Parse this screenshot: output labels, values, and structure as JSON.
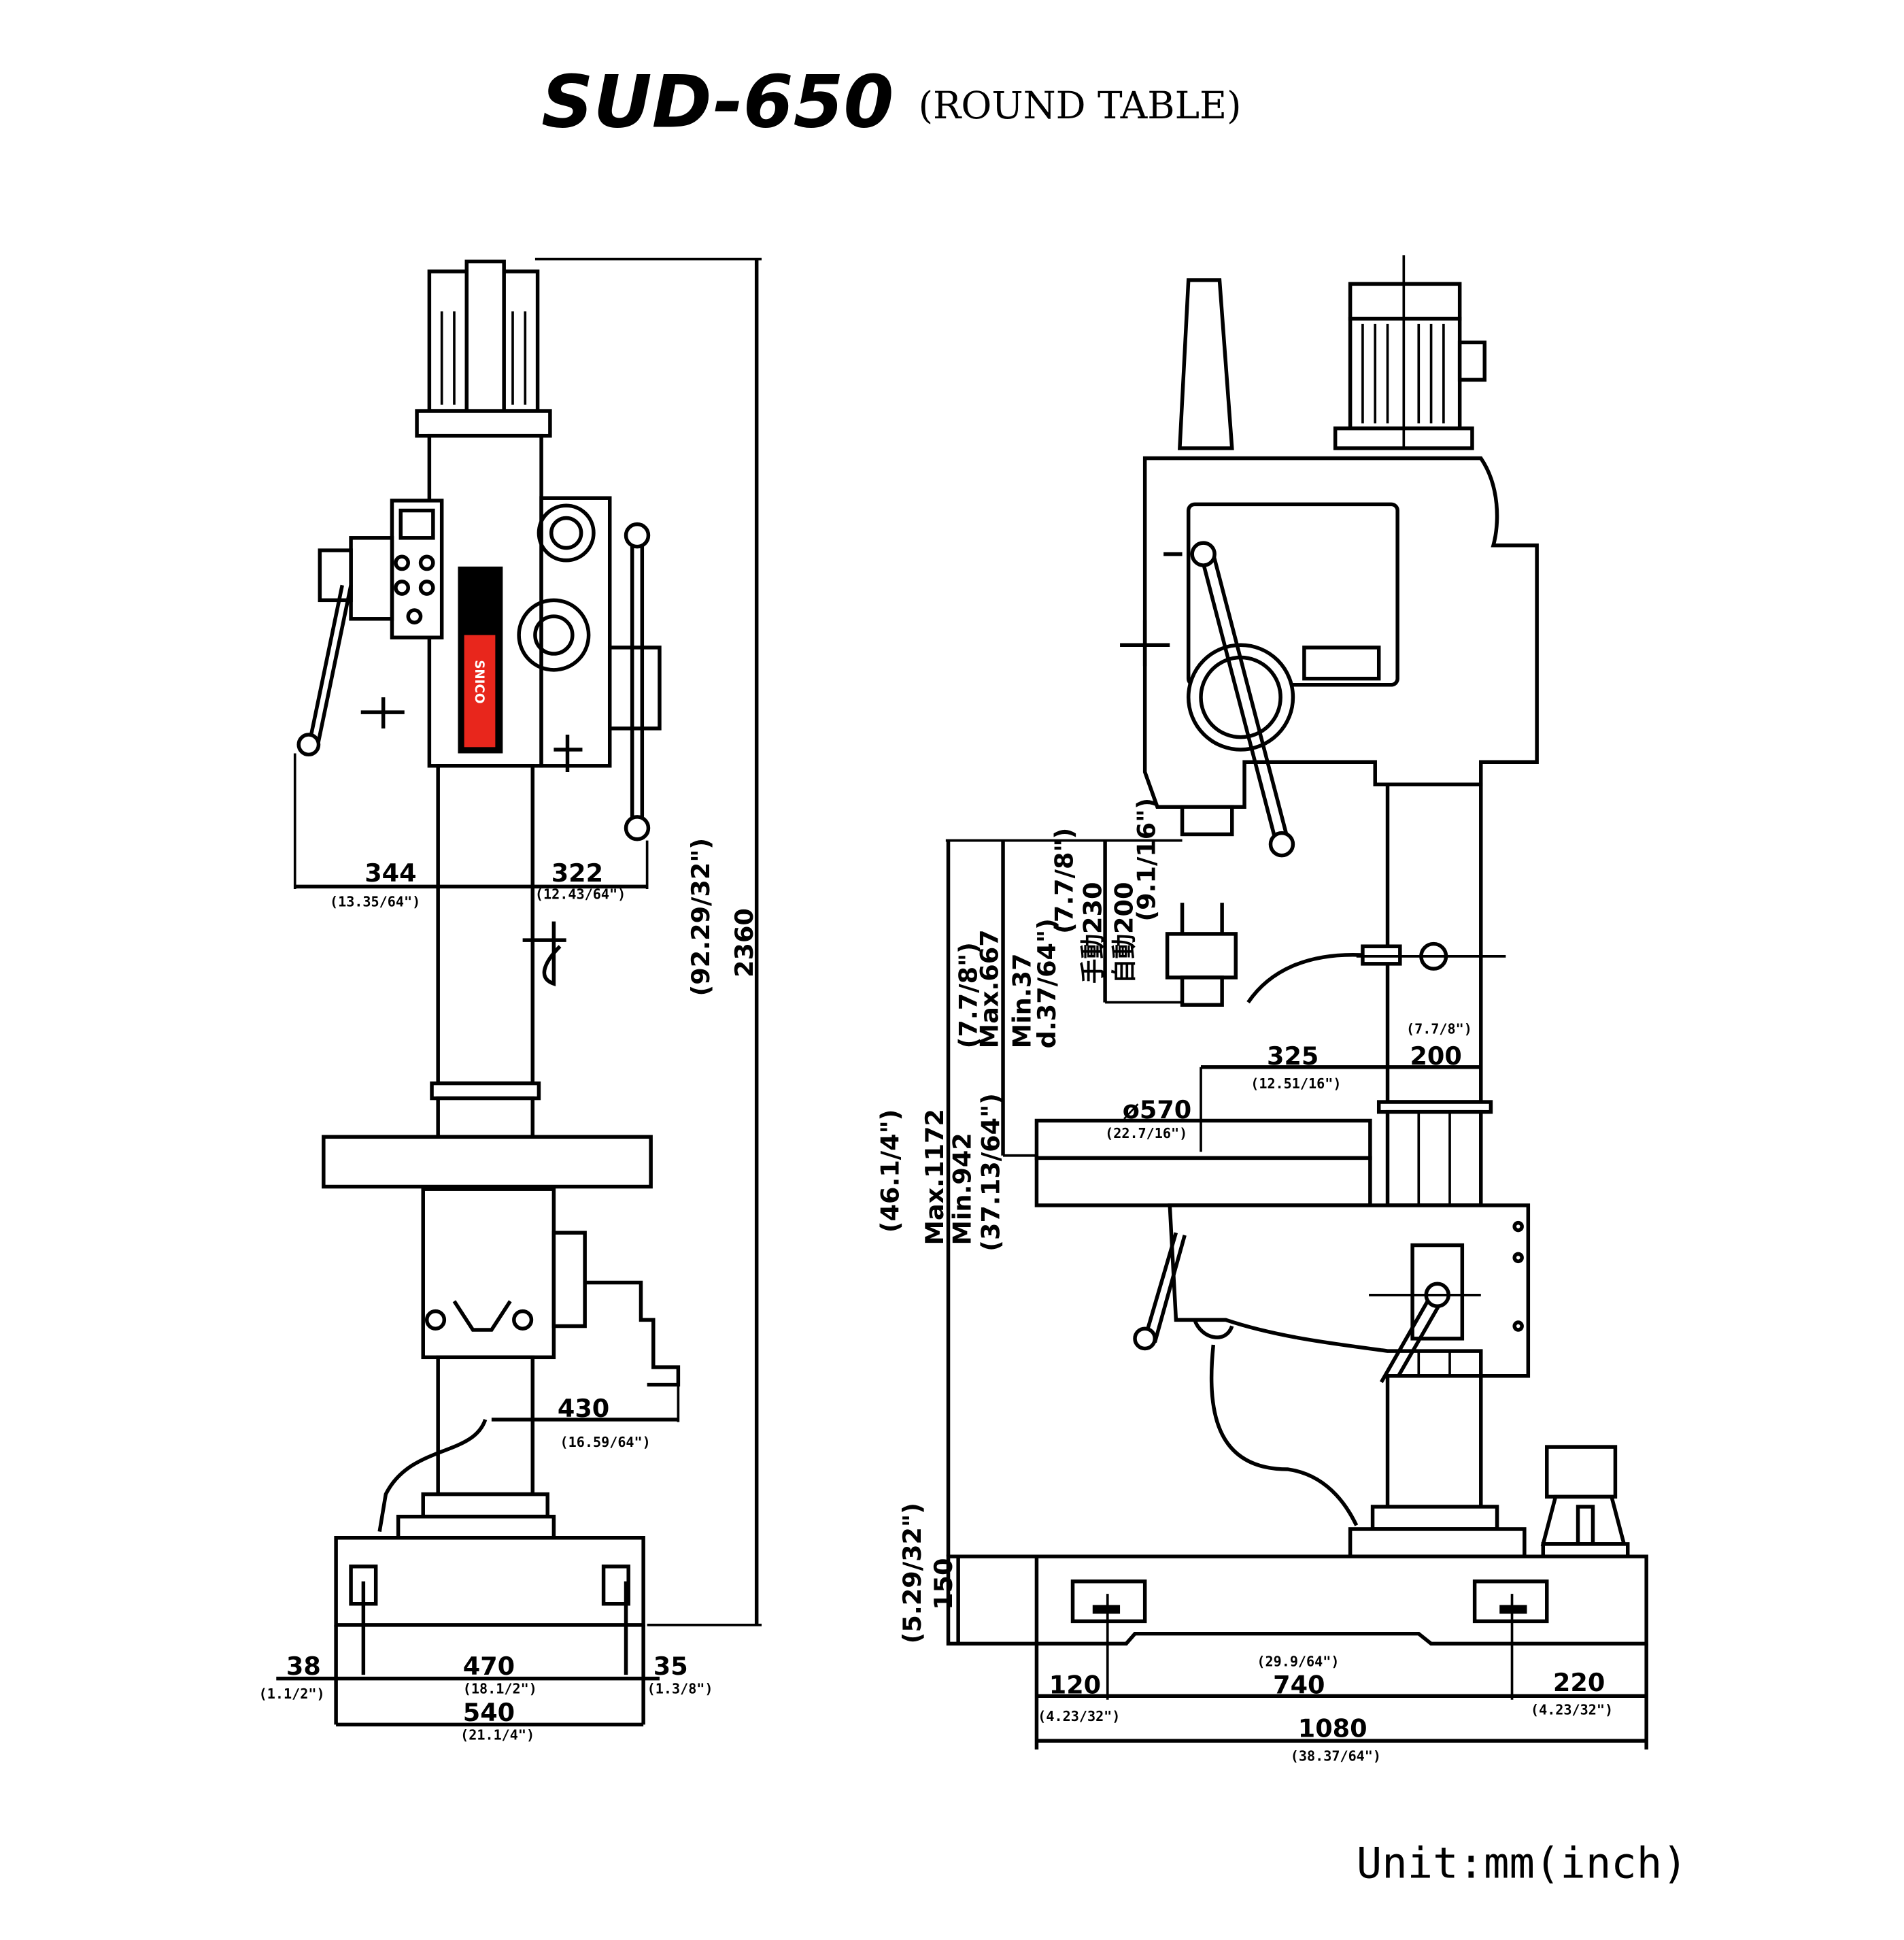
{
  "header": {
    "title": "SUD-650",
    "subtitle": "(ROUND TABLE)"
  },
  "brand": {
    "logo_text": "SNICO",
    "color": "#e8261c"
  },
  "front_view": {
    "overall_height": "2360",
    "overall_height_in": "(92.29/32\")",
    "left_reach": "344",
    "left_reach_in": "(13.35/64\")",
    "right_reach": "322",
    "right_reach_in": "(12.43/64\")",
    "crank_reach": "430",
    "crank_reach_in": "(16.59/64\")",
    "base_left": "38",
    "base_left_in": "(1.1/2\")",
    "base_mid": "470",
    "base_mid_in": "(18.1/2\")",
    "base_right": "35",
    "base_right_in": "(1.3/8\")",
    "base_total": "540",
    "base_total_in": "(21.1/4\")"
  },
  "side_view": {
    "stroke_in": "(7.7/8\")",
    "stroke_max": "Max.667",
    "stroke_min": "Min.37",
    "stroke_min_in": "d.37/64\")",
    "quill_in": "(7.7/8\")",
    "quill_manual": "手動230",
    "quill_auto": "自動200",
    "quill_auto_in": "(9.1/16\")",
    "table_height_in": "(46.1/4\")",
    "table_max": "Max.1172",
    "table_min": "Min.942",
    "table_min_in": "(37.13/64\")",
    "throat": "325",
    "throat_in": "(12.51/16\")",
    "table_dia": "ø570",
    "table_dia_in": "(22.7/16\")",
    "column_dia_in": "(7.7/8\")",
    "column_dia": "200",
    "base_height_in": "(5.29/32\")",
    "base_height": "150",
    "base_front": "120",
    "base_front_in": "(4.23/32\")",
    "bolt_span": "740",
    "bolt_span_in": "(29.9/64\")",
    "base_rear": "220",
    "base_rear_in": "(4.23/32\")",
    "base_length": "1080",
    "base_length_in": "(38.37/64\")"
  },
  "footer": {
    "unit": "Unit:mm(inch)"
  }
}
